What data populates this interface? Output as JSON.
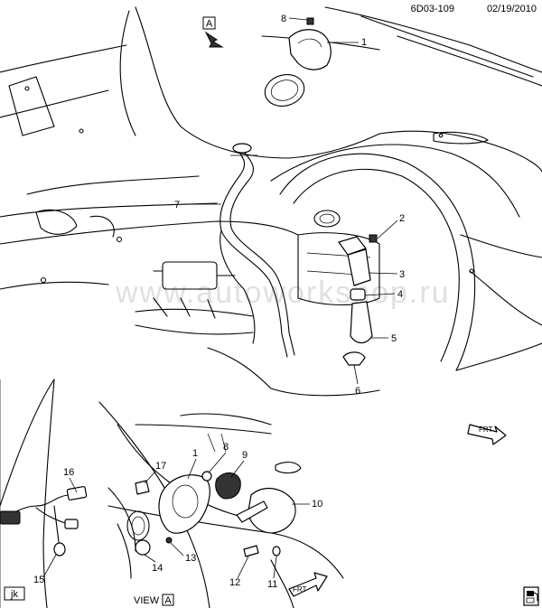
{
  "header": {
    "diagram_id": "6D03-109",
    "date": "02/19/2010"
  },
  "view_marker": "A",
  "view_label": "VIEW",
  "fwd_label": "FRT",
  "corner_tag": "jk",
  "watermark": "www.autoworkshop.ru",
  "upper_callouts": [
    "8",
    "1",
    "7",
    "2",
    "3",
    "4",
    "5",
    "6"
  ],
  "lower_callouts": [
    "1",
    "8",
    "9",
    "16",
    "17",
    "10",
    "13",
    "14",
    "12",
    "11",
    "15"
  ]
}
